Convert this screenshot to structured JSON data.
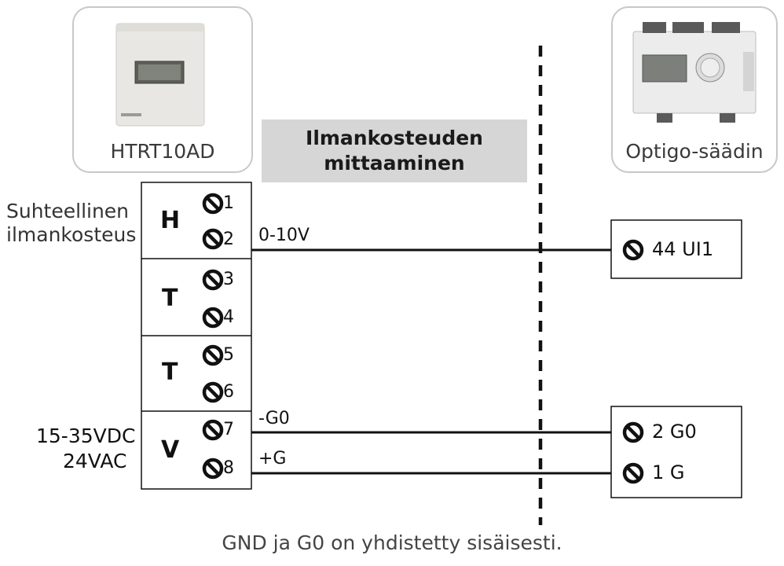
{
  "sensor": {
    "label": "HTRT10AD"
  },
  "controller": {
    "label": "Optigo-säädin"
  },
  "title": {
    "line1": "Ilmankosteuden",
    "line2": "mittaaminen"
  },
  "left_labels": {
    "humidity_line1": "Suhteellinen",
    "humidity_line2": "ilmankosteus",
    "power_line1": "15-35VDC",
    "power_line2": "24VAC"
  },
  "groups": [
    "H",
    "T",
    "T",
    "V"
  ],
  "terminals": [
    "1",
    "2",
    "3",
    "4",
    "5",
    "6",
    "7",
    "8"
  ],
  "wires": {
    "signal": "0-10V",
    "gnd": "-G0",
    "plus": "+G"
  },
  "controller_terminals": {
    "ui1": "44 UI1",
    "g0": "2 G0",
    "g": "1 G"
  },
  "footer": "GND ja G0 on yhdistetty sisäisesti."
}
